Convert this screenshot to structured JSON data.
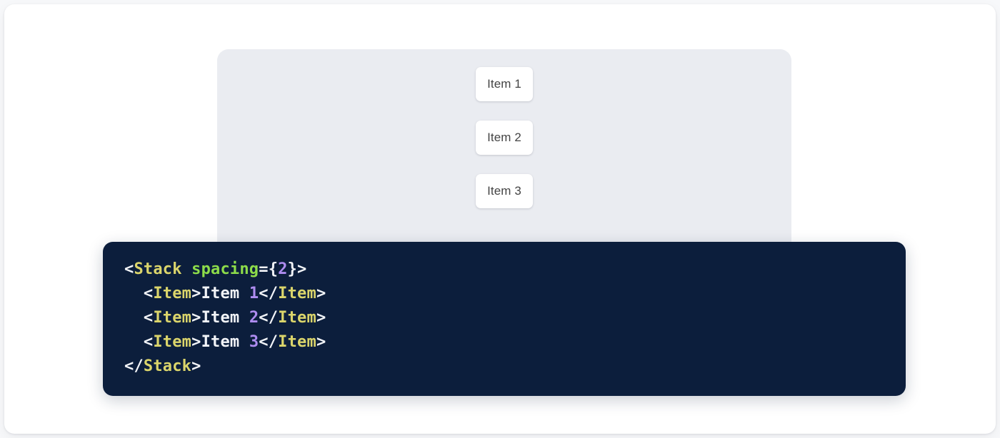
{
  "preview": {
    "panel_bg": "#eaecf1",
    "stack_items": [
      {
        "label": "Item 1"
      },
      {
        "label": "Item 2"
      },
      {
        "label": "Item 3"
      }
    ]
  },
  "code_block": {
    "language": "jsx",
    "background": "#0c1e3c",
    "colors": {
      "punctuation": "#f2f4f8",
      "tag": "#dbd56b",
      "attribute": "#8ddc4a",
      "number": "#ae8cf0",
      "text": "#f2f4f8"
    },
    "lines": [
      {
        "indent": "",
        "tokens": [
          {
            "t": "<",
            "c": "punct"
          },
          {
            "t": "Stack",
            "c": "tag"
          },
          {
            "t": " ",
            "c": "punct"
          },
          {
            "t": "spacing",
            "c": "attr"
          },
          {
            "t": "={",
            "c": "punct"
          },
          {
            "t": "2",
            "c": "num"
          },
          {
            "t": "}>",
            "c": "punct"
          }
        ]
      },
      {
        "indent": "  ",
        "tokens": [
          {
            "t": "<",
            "c": "punct"
          },
          {
            "t": "Item",
            "c": "tag"
          },
          {
            "t": ">",
            "c": "punct"
          },
          {
            "t": "Item ",
            "c": "text"
          },
          {
            "t": "1",
            "c": "num"
          },
          {
            "t": "</",
            "c": "punct"
          },
          {
            "t": "Item",
            "c": "tag"
          },
          {
            "t": ">",
            "c": "punct"
          }
        ]
      },
      {
        "indent": "  ",
        "tokens": [
          {
            "t": "<",
            "c": "punct"
          },
          {
            "t": "Item",
            "c": "tag"
          },
          {
            "t": ">",
            "c": "punct"
          },
          {
            "t": "Item ",
            "c": "text"
          },
          {
            "t": "2",
            "c": "num"
          },
          {
            "t": "</",
            "c": "punct"
          },
          {
            "t": "Item",
            "c": "tag"
          },
          {
            "t": ">",
            "c": "punct"
          }
        ]
      },
      {
        "indent": "  ",
        "tokens": [
          {
            "t": "<",
            "c": "punct"
          },
          {
            "t": "Item",
            "c": "tag"
          },
          {
            "t": ">",
            "c": "punct"
          },
          {
            "t": "Item ",
            "c": "text"
          },
          {
            "t": "3",
            "c": "num"
          },
          {
            "t": "</",
            "c": "punct"
          },
          {
            "t": "Item",
            "c": "tag"
          },
          {
            "t": ">",
            "c": "punct"
          }
        ]
      },
      {
        "indent": "",
        "tokens": [
          {
            "t": "</",
            "c": "punct"
          },
          {
            "t": "Stack",
            "c": "tag"
          },
          {
            "t": ">",
            "c": "punct"
          }
        ]
      }
    ]
  }
}
